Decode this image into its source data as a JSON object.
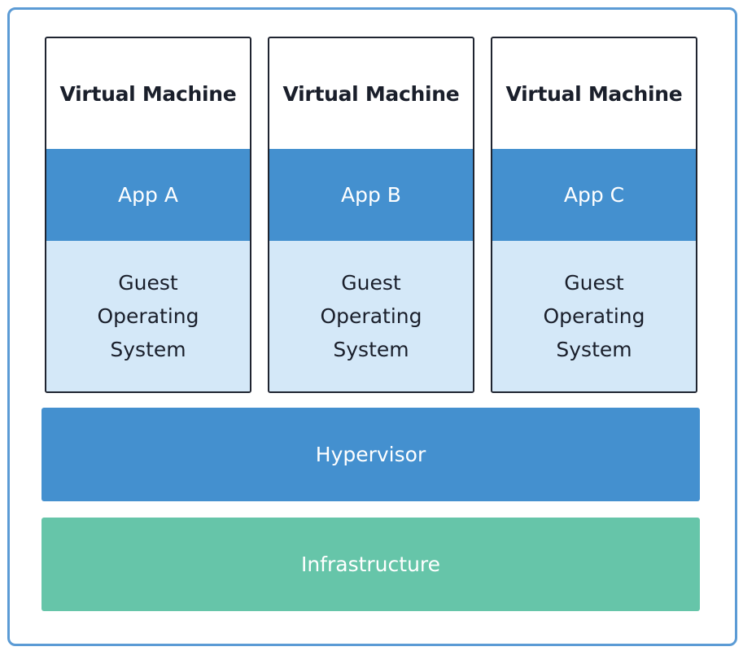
{
  "virtual_machines": [
    {
      "title": "Virtual Machine",
      "app": "App A",
      "os_lines": [
        "Guest",
        "Operating",
        "System"
      ]
    },
    {
      "title": "Virtual Machine",
      "app": "App B",
      "os_lines": [
        "Guest",
        "Operating",
        "System"
      ]
    },
    {
      "title": "Virtual Machine",
      "app": "App C",
      "os_lines": [
        "Guest",
        "Operating",
        "System"
      ]
    }
  ],
  "layers": {
    "hypervisor": "Hypervisor",
    "infrastructure": "Infrastructure"
  },
  "colors": {
    "frame_border": "#5b9bd5",
    "app_layer": "#4490cf",
    "guest_os_layer": "#d4e8f8",
    "hypervisor_layer": "#4490cf",
    "infrastructure_layer": "#66c5a9"
  }
}
